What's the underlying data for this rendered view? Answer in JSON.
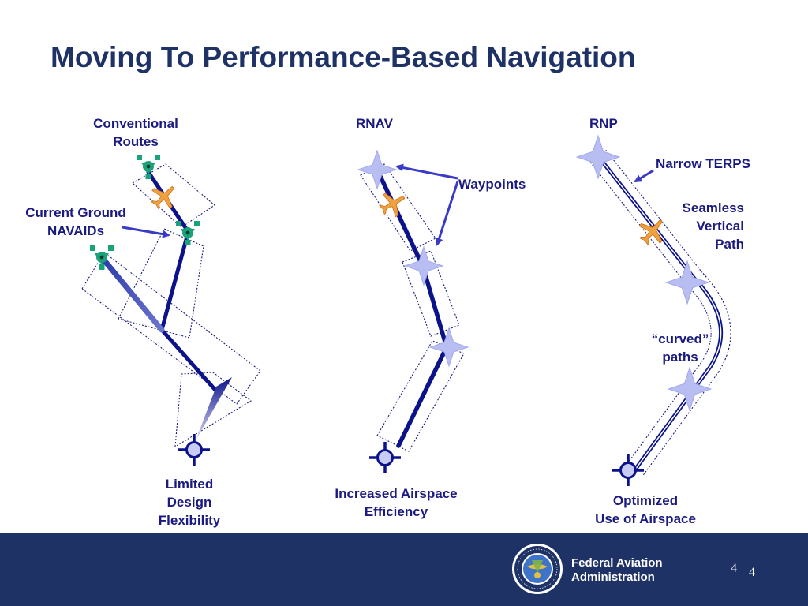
{
  "title": "Moving To Performance-Based Navigation",
  "columns": {
    "conventional": {
      "heading_line1": "Conventional",
      "heading_line2": "Routes",
      "caption_line1": "Limited",
      "caption_line2": "Design",
      "caption_line3": "Flexibility"
    },
    "rnav": {
      "heading": "RNAV",
      "caption_line1": "Increased Airspace",
      "caption_line2": "Efficiency"
    },
    "rnp": {
      "heading": "RNP",
      "caption_line1": "Optimized",
      "caption_line2": "Use of Airspace"
    }
  },
  "annotations": {
    "navaids_line1": "Current Ground",
    "navaids_line2": "NAVAIDs",
    "waypoints": "Waypoints",
    "narrow_terps": "Narrow TERPS",
    "seamless_line1": "Seamless",
    "seamless_line2": "Vertical",
    "seamless_line3": "Path",
    "curved_line1": "“curved”",
    "curved_line2": "paths"
  },
  "footer": {
    "org_line1": "Federal Aviation",
    "org_line2": "Administration",
    "page_number_a": "4",
    "page_number_b": "4"
  },
  "colors": {
    "title": "#1f3266",
    "label": "#1a1a80",
    "route": "#0b128a",
    "footer_bg": "#1f3266",
    "navaid": "#1aa37a",
    "aircraft": "#f0a040",
    "waypoint": "#b8bdf2",
    "arrow": "#3a3ac8"
  },
  "icons": [
    "navaid-icon",
    "airplane-icon",
    "waypoint-star-icon",
    "runway-threshold-icon",
    "faa-seal-icon"
  ]
}
